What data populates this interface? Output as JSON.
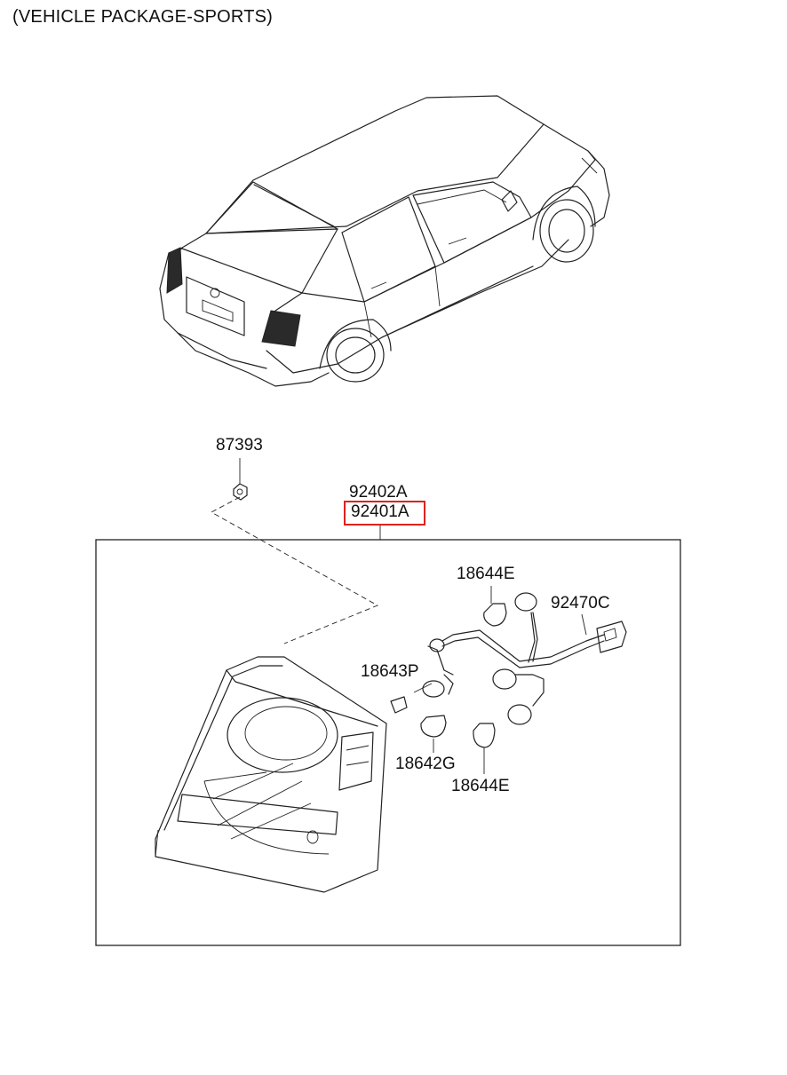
{
  "header": {
    "title": "(VEHICLE PACKAGE-SPORTS)"
  },
  "colors": {
    "highlight": "#e0211d",
    "line": "#222222",
    "background": "#ffffff"
  },
  "parts": {
    "p87393": "87393",
    "p92402A": "92402A",
    "p92401A": "92401A",
    "p18644E_top": "18644E",
    "p92470C": "92470C",
    "p18643P": "18643P",
    "p18642G": "18642G",
    "p18644E_bottom": "18644E"
  },
  "selected_part": "92401A"
}
